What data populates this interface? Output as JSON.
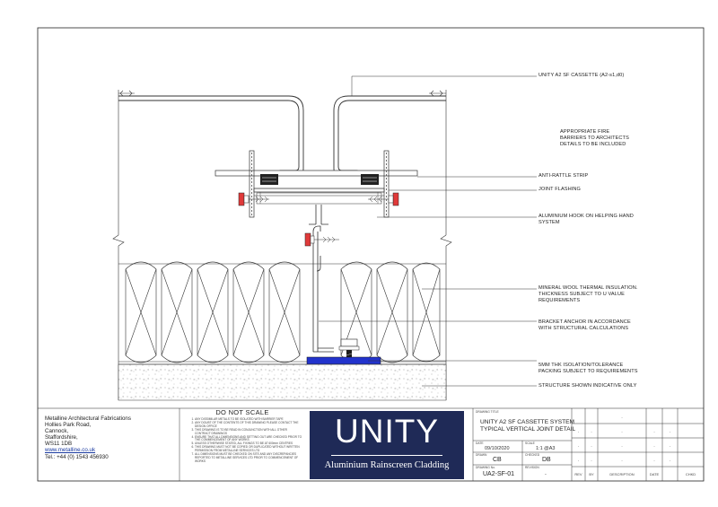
{
  "annotations": [
    {
      "id": "cassette",
      "text": "UNITY A2 SF CASSETTE (A2-s1,d0)"
    },
    {
      "id": "fire",
      "text": "APPROPRIATE FIRE\nBARRIERS TO ARCHITECTS\nDETAILS TO BE INCLUDED"
    },
    {
      "id": "anti_rattle",
      "text": "ANTI-RATTLE STRIP"
    },
    {
      "id": "flashing",
      "text": "JOINT FLASHING"
    },
    {
      "id": "hook",
      "text": "ALUMINIUM HOOK ON HELPING HAND\nSYSTEM"
    },
    {
      "id": "wool",
      "text": "MINERAL WOOL THERMAL INSULATION.\nTHICKNESS SUBJECT TO U VALUE\nREQUIREMENTS"
    },
    {
      "id": "bracket",
      "text": "BRACKET ANCHOR IN ACCORDANCE\nWITH STRUCTURAL CALCULATIONS"
    },
    {
      "id": "isolation",
      "text": "5MM THK ISOLATION/TOLERANCE\nPACKING SUBJECT TO REQUIREMENTS"
    },
    {
      "id": "structure",
      "text": "STRUCTURE SHOWN INDICATIVE ONLY"
    }
  ],
  "company": {
    "name": "Metalline Architectural Fabrications",
    "address": [
      "Hollies Park Road,",
      "Cannock,",
      "Staffordshire,",
      "WS11 1DB"
    ],
    "website": "www.metalline.co.uk",
    "tel": "Tel.: +44 (0) 1543 456930"
  },
  "do_not_scale": {
    "title": "DO NOT SCALE",
    "notes": [
      "ANY DISSIMILAR METALS TO BE ISOLATED WITH BARRIER TAPE",
      "ANY DOUBT OF THE CONTENTS OF THIS DRAWING PLEASE CONTACT THE DESIGN OFFICE",
      "THIS DRAWING IS TO BE READ IN CONJUNCTION WITH ALL OTHER CONTRACT DRAWINGS",
      "ENSURE THAT ALL DIMENSIONS AND SETTING OUT ARE CHECKED PRIOR TO THE COMMENCEMENT OF ANY WORKS",
      "UNLESS OTHERWISE STATED, ALL FIXINGS TO BE AT 600mm CENTRES",
      "THIS DRAWING MUST NOT BE COPIED OR DUPLICATED WITHOUT WRITTEN PERMISSION FROM METALLINE SERVICES LTD",
      "ALL DIMENSIONS MUST BE CHECKED ON SITE AND ANY DISCREPANCIES REPORTED TO METALLINE SERVICES LTD PRIOR TO COMMENCEMENT OF WORKS"
    ]
  },
  "logo": {
    "brand": "UNITY",
    "tagline": "Aluminium Rainscreen Cladding",
    "bg_color": "#1f2a57"
  },
  "title_block": {
    "title_label": "DRAWING TITLE",
    "title_line1": "UNITY A2 SF CASSETTE SYSTEM",
    "title_line2": "TYPICAL VERTICAL JOINT DETAIL",
    "date_label": "DATE",
    "date": "09/10/2020",
    "scale_label": "SCALE",
    "scale": "1:1 @A3",
    "drawn_label": "DRAWN",
    "drawn": "CB",
    "checked_label": "CHECKED",
    "checked": "DB",
    "drawing_no_label": "DRAWING No.",
    "drawing_no": "UA2-SF-01",
    "revision_label": "REVISION",
    "revision": "-"
  },
  "revision_table": {
    "headers": [
      "REV",
      "BY",
      "DESCRIPTION",
      "DATE",
      "CHKD"
    ],
    "dash": "-"
  }
}
